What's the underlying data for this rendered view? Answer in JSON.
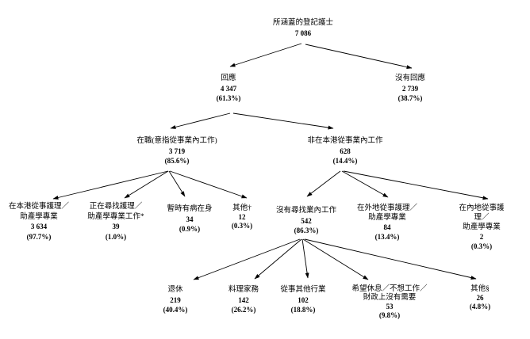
{
  "diagram": {
    "type": "tree-flowchart",
    "background_color": "#ffffff",
    "text_color": "#000000",
    "title": "所涵蓋的登記護士"
  },
  "nodes": {
    "root": {
      "label": "所涵蓋的登記護士",
      "value": "7 086",
      "pct": ""
    },
    "respond": {
      "label": "回應",
      "value": "4 347",
      "pct": "(61.3%)"
    },
    "no_respond": {
      "label": "沒有回應",
      "value": "2 739",
      "pct": "(38.7%)"
    },
    "working": {
      "label": "在職(意指從事業內工作)",
      "value": "3 719",
      "pct": "(85.6%)"
    },
    "not_in_hk": {
      "label": "非在本港從事業內工作",
      "value": "628",
      "pct": "(14.4%)"
    },
    "hk_practice": {
      "label": "在本港從事護理／\n助產學專業",
      "value": "3 634",
      "pct": "(97.7%)"
    },
    "seeking": {
      "label": "正在尋找護理／\n助產學專業工作*",
      "value": "39",
      "pct": "(1.0%)"
    },
    "sick": {
      "label": "暫時有病在身",
      "value": "34",
      "pct": "(0.9%)"
    },
    "others1": {
      "label": "其他†",
      "value": "12",
      "pct": "(0.3%)"
    },
    "not_seeking": {
      "label": "沒有尋找業內工作",
      "value": "542",
      "pct": "(86.3%)"
    },
    "overseas": {
      "label": "在外地從事護理／\n助產學專業",
      "value": "84",
      "pct": "(13.4%)"
    },
    "mainland": {
      "label": "在內地從事護理／\n助產學專業",
      "value": "2",
      "pct": "(0.3%)"
    },
    "retired": {
      "label": "退休",
      "value": "219",
      "pct": "(40.4%)"
    },
    "housework": {
      "label": "料理家務",
      "value": "142",
      "pct": "(26.2%)"
    },
    "other_industry": {
      "label": "從事其他行業",
      "value": "102",
      "pct": "(18.8%)"
    },
    "rest": {
      "label": "希望休息／不想工作／\n財政上沒有需要",
      "value": "53",
      "pct": "(9.8%)"
    },
    "others2": {
      "label": "其他§",
      "value": "26",
      "pct": "(4.8%)"
    }
  },
  "edges": [
    {
      "from": "root",
      "to": "respond"
    },
    {
      "from": "root",
      "to": "no_respond"
    },
    {
      "from": "respond",
      "to": "working"
    },
    {
      "from": "respond",
      "to": "not_in_hk"
    },
    {
      "from": "working",
      "to": "hk_practice"
    },
    {
      "from": "working",
      "to": "seeking"
    },
    {
      "from": "working",
      "to": "sick"
    },
    {
      "from": "working",
      "to": "others1"
    },
    {
      "from": "not_in_hk",
      "to": "not_seeking"
    },
    {
      "from": "not_in_hk",
      "to": "overseas"
    },
    {
      "from": "not_in_hk",
      "to": "mainland"
    },
    {
      "from": "not_seeking",
      "to": "retired"
    },
    {
      "from": "not_seeking",
      "to": "housework"
    },
    {
      "from": "not_seeking",
      "to": "other_industry"
    },
    {
      "from": "not_seeking",
      "to": "rest"
    },
    {
      "from": "not_seeking",
      "to": "others2"
    }
  ]
}
